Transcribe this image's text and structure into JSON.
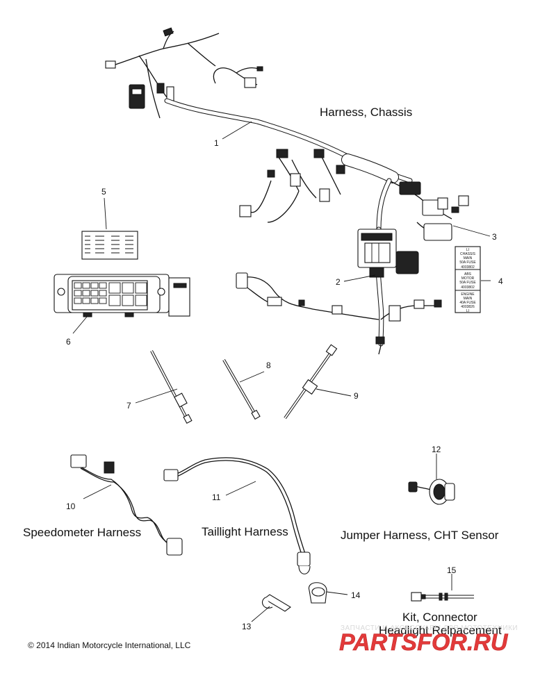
{
  "captions": {
    "harness_chassis": "Harness, Chassis",
    "speedometer_harness": "Speedometer Harness",
    "taillight_harness": "Taillight Harness",
    "jumper_harness": "Jumper Harness, CHT Sensor",
    "kit_connector": "Kit, Connector",
    "headlight_replacement": "Headlight Relpacement"
  },
  "callouts": [
    "1",
    "2",
    "3",
    "4",
    "5",
    "6",
    "7",
    "8",
    "9",
    "10",
    "11",
    "12",
    "13",
    "14",
    "15"
  ],
  "fuse_label": {
    "lines": [
      "LI",
      "CHASSIS",
      "MAIN",
      "50A FUSE",
      "4003802",
      "ABS",
      "MOTOR",
      "50A FUSE",
      "4003802",
      "ENGINE",
      "MAIN",
      "40A FUSE",
      "4003826",
      "LI"
    ]
  },
  "copyright": "© 2014 Indian Motorcycle International, LLC",
  "watermark": {
    "top": "ЗАПЧАСТИ И АКСЕССУАРЫ ДЛЯ МОТОТЕХНИКИ",
    "brand": "PARTSFOR.RU"
  },
  "colors": {
    "ink": "#111111",
    "watermark_red": "#e23a3a"
  }
}
